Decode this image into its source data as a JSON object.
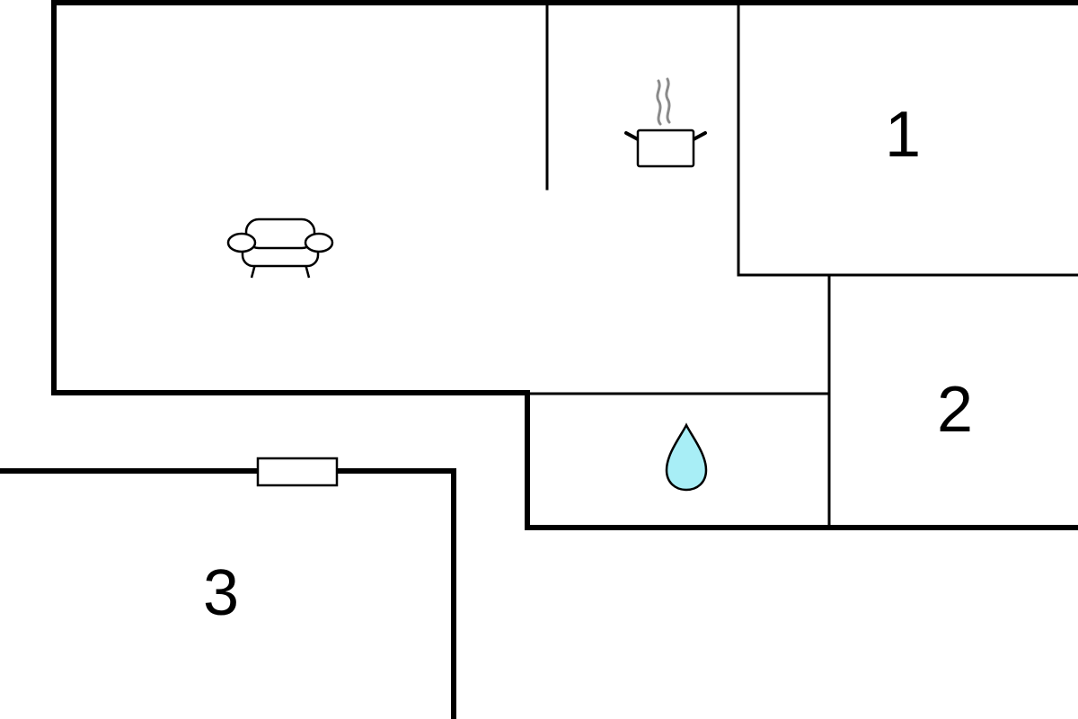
{
  "rooms": [
    {
      "id": "room-1",
      "label": "1"
    },
    {
      "id": "room-2",
      "label": "2"
    },
    {
      "id": "room-3",
      "label": "3"
    }
  ],
  "icons": [
    {
      "name": "sofa-icon",
      "meaning": "living room"
    },
    {
      "name": "cooking-pot-icon",
      "meaning": "kitchen"
    },
    {
      "name": "water-drop-icon",
      "meaning": "bathroom"
    }
  ],
  "colors": {
    "wall": "#000000",
    "background": "#ffffff",
    "water_drop_fill": "#a8eef6",
    "steam": "#8a8a8a"
  }
}
